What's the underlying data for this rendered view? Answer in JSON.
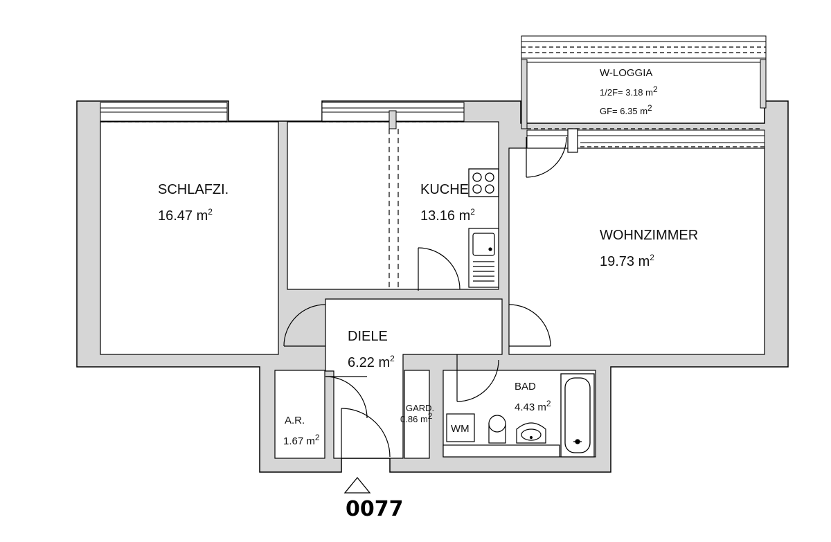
{
  "plan": {
    "wall_color": "#d6d6d6",
    "line_color": "#000000",
    "rooms": {
      "schlafzi": {
        "name": "SCHLAFZI.",
        "area": "16.47",
        "unit": "m",
        "sup": "2"
      },
      "kuche": {
        "name": "KUCHE",
        "area": "13.16",
        "unit": "m",
        "sup": "2"
      },
      "wohnzimmer": {
        "name": "WOHNZIMMER",
        "area": "19.73",
        "unit": "m",
        "sup": "2"
      },
      "diele": {
        "name": "DIELE",
        "area": "6.22",
        "unit": "m",
        "sup": "2"
      },
      "bad": {
        "name": "BAD",
        "area": "4.43",
        "unit": "m",
        "sup": "2"
      },
      "ar": {
        "name": "A.R.",
        "area": "1.67",
        "unit": "m",
        "sup": "2"
      },
      "gard": {
        "name": "GARD.",
        "area": "0.86",
        "unit": "m",
        "sup": "2"
      },
      "loggia": {
        "name": "W-LOGGIA",
        "half_label": "1/2F= 3.18",
        "gf_label": "GF= 6.35",
        "unit": "m",
        "sup": "2"
      }
    },
    "fixtures": {
      "washer": "WM"
    },
    "entrance": {
      "number": "0077"
    }
  }
}
